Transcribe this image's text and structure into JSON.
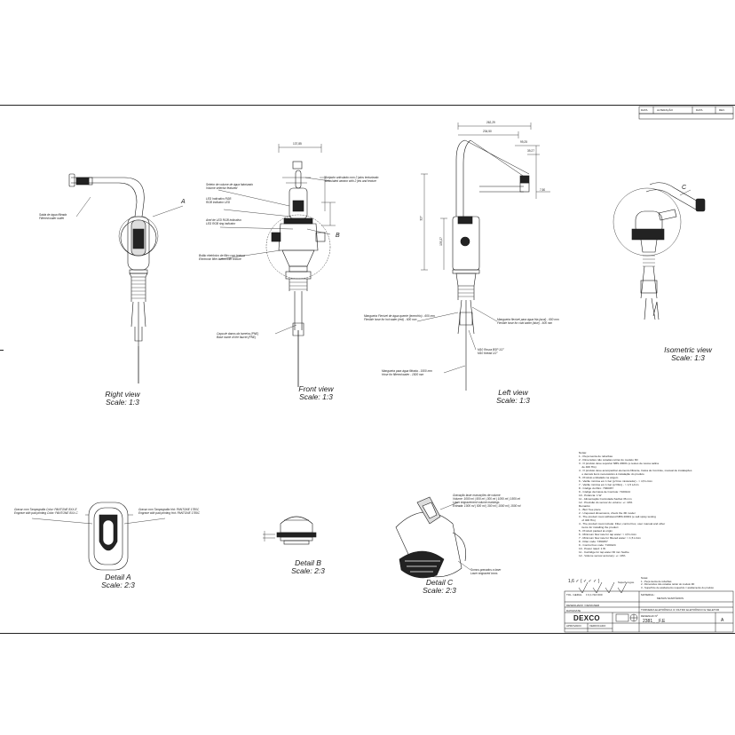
{
  "views": {
    "right": {
      "title": "Right view",
      "scale": "Scale:  1:3"
    },
    "front": {
      "title": "Front view",
      "scale": "Scale:  1:3"
    },
    "left": {
      "title": "Left view",
      "scale": "Scale:  1:3"
    },
    "isometric": {
      "title": "Isometric view",
      "scale": "Scale:  1:3"
    },
    "detail_a": {
      "title": "Detail A",
      "scale": "Scale:  2:3"
    },
    "detail_b": {
      "title": "Detail B",
      "scale": "Scale:  2:3"
    },
    "detail_c": {
      "title": "Detail C",
      "scale": "Scale:  2:3"
    }
  },
  "callouts": {
    "a": "A",
    "b": "B",
    "c": "C"
  },
  "annotations": {
    "right_outlet": [
      "Saida de água filtrada",
      "Filtered water outlet"
    ],
    "front_selector": [
      "Seletor de volume de água fatorizado",
      "Volume selector featured"
    ],
    "front_led": [
      "LED Indicativo RGB",
      "RGB Indicator LED"
    ],
    "front_ring": [
      "Anel de LED RGB indicativo",
      "LED RGB ring indicator"
    ],
    "front_button": [
      "Botão eletrônico de filtro com textura",
      "Electronic filter button with texture"
    ],
    "front_aerator": [
      "Arejador articulado com 2 jatos texturizado",
      "Articulated aerator with 2 jets and texture"
    ],
    "front_base": [
      "Capa de danos da torneira (PNE)",
      "Base name of the faucet (PNE)"
    ],
    "left_hot_hose": [
      "Mangueira Flexível de água quente (termofrio) - 600 mm",
      "Flexible hose for hot water (red) - 600 mm"
    ],
    "left_cold_hose": [
      "Mangueira flexível para água fria (azul) - 600 mm",
      "Flexible hose for cold water (blue) - 600 mm"
    ],
    "left_thread": [
      "M10 Rosca BSP 1/2\"",
      "M10 thread 1/2\""
    ],
    "left_filtered_hose": [
      "Mangueira para água filtrada - 1500 mm",
      "Hose for filtered water - 1500 mm"
    ],
    "detail_a_left": [
      "Gravar com Tampografia Color: PANTONE 8XX-E",
      "Engrave with pad printing Color: PANTONE 8XX-C"
    ],
    "detail_a_right": [
      "Gravar com Tampografia Hot: PANTONE 1780C",
      "Engrave with pad printing Hot: PANTONE 1780C"
    ],
    "detail_c_top": [
      "Gravação laser marcações de volume",
      "Volume: 1000 ml | 500 ml | 300 ml | 1000 ml | 1500 ml",
      "Laser engravement volume markings",
      "Entrada: 1000 ml | 500 ml | 300 ml | 1000 ml | 1500 ml"
    ],
    "detail_c_bottom": [
      "Somos gravados a laser",
      "Laser engraved icons"
    ]
  },
  "dimensions": {
    "front_width": "137,85",
    "left_total": "262,29",
    "left_reach": "234,50",
    "left_d1": "99,25",
    "left_d2": "39,27",
    "left_h1": "327",
    "left_h2": "133,27",
    "left_small": "7,50"
  },
  "revision_table": {
    "headers": [
      "DATA",
      "ALTERAÇÃO",
      "DATA",
      "REV."
    ]
  },
  "notes": {
    "heading": "Notas:",
    "lines": [
      "1 - Peça isenta de rebarbas",
      "2 - Dimensões não cotadas retirar do modelo 3D",
      "3 - O produto deve suportar NBS 20001 (e testes de névoa salina",
      "    de 400 Hrs)",
      "4 - O produto deve acompanhar elemento filtrante, Caixa de Controle, manual de instalações",
      "    e demais itens necessários à instalação do produto",
      "5 - Produto embalado na origem",
      "6 - Vazão mínima em 1 bar (p/ bico misturador) - > 4,5 L/min",
      "7 - Vazão mínima em 1 bar (p/ filtro) - > 1,5 L/min",
      "8 - Código do filtro: 7360457",
      "9 - Código da Caixa de Controle: 7100124",
      "10 - Potência: 1 W",
      "11 - Alimentação Controlada Sazbet 36 mm",
      "12 - Precisão do sensor do volume: +/- 10%"
    ],
    "remarks_heading": "Remarks:",
    "remarks": [
      "1 - Burr free piece",
      "2 - Unquoted dimensions, check the 3D model",
      "3 - The product must withstand NBS 20001 (e salt spray testing",
      "    of 400 Hrs)",
      "4 - The product must include: Filter, control box, user manual and other",
      "    items for installing the product",
      "5 - Product packed at origin",
      "6 - Minimum flow rate for tap water: > 4,5 L/min",
      "7 - Minimum flow rate for filtered water: > 1,5 L/min",
      "8 - Filter code: 7360457",
      "9 - Control box code: 7100124",
      "10 - Power rated: 1 W",
      "11 - Cartridge for tap water 36 mm Sazbe",
      "12 - Volume sensor accuracy: +/- 10%"
    ]
  },
  "surface_finish": {
    "symbols": "1,6 ✓ ( ✓ ✓ ✓ )",
    "label": "Superf. rugos.",
    "notes": [
      "Notas:",
      "1 - Peça isenta de rebarbas",
      "2 - Dimensões não cotadas retirar do modelo 3D",
      "3 - Superfície de acabamento requerido = acabamento do produto"
    ]
  },
  "title_block": {
    "company": "DEXCO",
    "tolerance_label": "TOL. GERAL",
    "tolerance_value": "± 0,1  ISO 000",
    "material_label": "MATERIAL:",
    "material_value": "METAIS SANITÁRIOS",
    "description": "TORNEIRA ELETRÔNICA C/ FILTRO ELETRÔNICO E SELETOR",
    "drawing_no_label": "DESENHO Nº",
    "drawing_no": "2381_ _F.E",
    "rev": "A",
    "small_rows": [
      "DESENHADO / DESIGNER",
      "DATA/DATE",
      "APROVADO",
      "VERIFICADO"
    ]
  },
  "colors": {
    "line": "#1a1a1a",
    "hatch": "#555555",
    "accent": "#000000"
  }
}
